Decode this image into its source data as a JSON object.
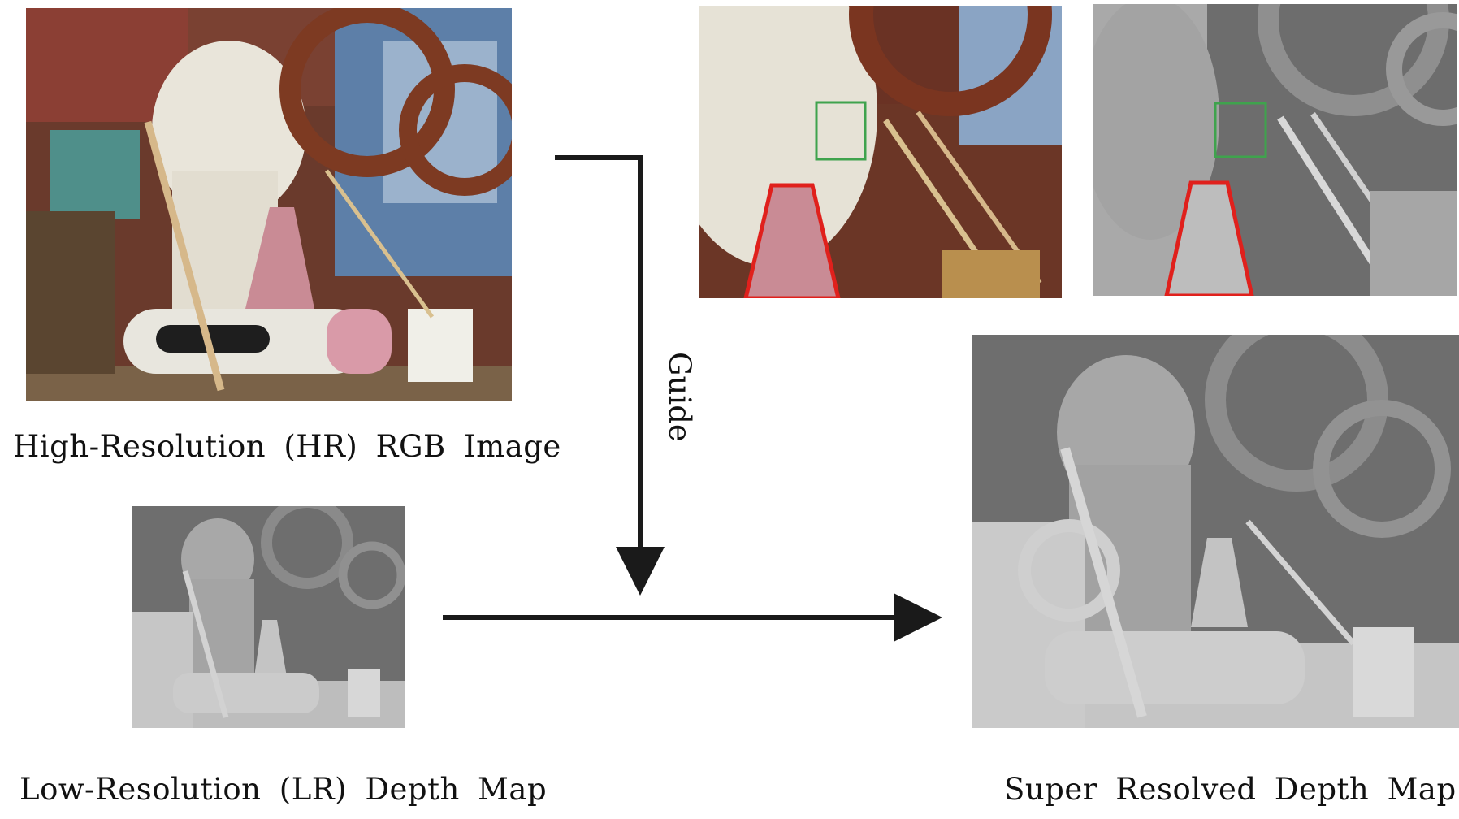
{
  "captions": {
    "hr_rgb": "High-Resolution (HR) RGB Image",
    "lr_depth": "Low-Resolution (LR) Depth Map",
    "sr_depth": "Super Resolved Depth Map"
  },
  "arrows": {
    "guide_label": "Guide"
  },
  "colors": {
    "arrow": "#1a1a1a",
    "highlight_patch": "#3fa34d",
    "highlight_cone": "#e0201c",
    "depth_background": "#6e6e6e",
    "depth_foreground": "#cfcfcf"
  },
  "images": {
    "hr_rgb": "photo: plaster head bust, crayon, cone, rings and brushes",
    "lr_depth": "grayscale depth map of the scene",
    "zoom_rgb": "zoomed crop of the RGB image with green box and red cone outline",
    "zoom_depth": "zoomed crop of the depth map with green box and red cone outline",
    "sr_depth": "grayscale super-resolved depth map of the scene"
  }
}
